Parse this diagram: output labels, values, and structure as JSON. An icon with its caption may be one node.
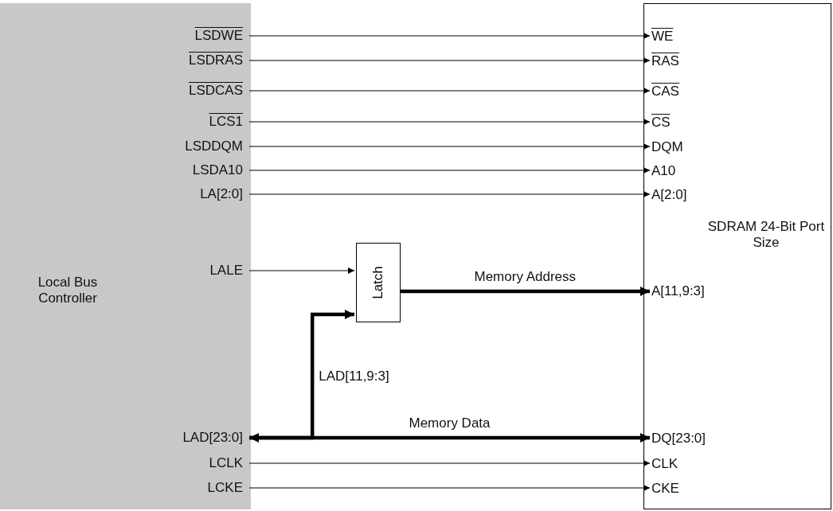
{
  "diagram": {
    "nodes": [
      {
        "text": [
          "Local Bus Controller"
        ]
      },
      {
        "text": [
          "LSDWE"
        ],
        "in": 0
      },
      {
        "text": [
          "LSDRAS"
        ],
        "in": 0
      },
      {
        "text": [
          "LSDCAS"
        ],
        "in": 0
      },
      {
        "text": [
          "LCS1"
        ],
        "in": 0
      },
      {
        "text": [
          "LSDDQM"
        ],
        "in": 0
      },
      {
        "text": [
          "LSDA10"
        ],
        "in": 0
      },
      {
        "text": [
          "LA[2:0]"
        ],
        "in": 0
      },
      {
        "text": [
          "LALE"
        ],
        "in": 0
      },
      {
        "text": [
          "LAD[23:0]"
        ],
        "in": 0
      },
      {
        "text": [
          "LCLK"
        ],
        "in": 0
      },
      {
        "text": [
          "LCKE"
        ],
        "in": 0
      },
      {
        "text": [
          "Latch"
        ]
      },
      {
        "text": [
          "SDRAM 24-Bit Port Size"
        ]
      },
      {
        "text": [
          "WE"
        ],
        "in": 13
      },
      {
        "text": [
          "RAS"
        ],
        "in": 13
      },
      {
        "text": [
          "CAS"
        ],
        "in": 13
      },
      {
        "text": [
          "CS"
        ],
        "in": 13
      },
      {
        "text": [
          "DQM"
        ],
        "in": 13
      },
      {
        "text": [
          "A10"
        ],
        "in": 13
      },
      {
        "text": [
          "A[2:0]"
        ],
        "in": 13
      },
      {
        "text": [
          "A[11,9:3]"
        ],
        "in": 13
      },
      {
        "text": [
          "DQ[23:0]"
        ],
        "in": 13
      },
      {
        "text": [
          "CLK"
        ],
        "in": 13
      },
      {
        "text": [
          "CKE"
        ],
        "in": 13
      }
    ],
    "edges": [
      {
        "from": 1,
        "to": 14,
        "arrow": "to"
      },
      {
        "from": 2,
        "to": 15,
        "arrow": "to"
      },
      {
        "from": 3,
        "to": 16,
        "arrow": "to"
      },
      {
        "from": 4,
        "to": 17,
        "arrow": "to"
      },
      {
        "from": 5,
        "to": 18,
        "arrow": "to"
      },
      {
        "from": 6,
        "to": 19,
        "arrow": "to"
      },
      {
        "from": 7,
        "to": 20,
        "arrow": "to"
      },
      {
        "from": 8,
        "to": 12,
        "arrow": "to"
      },
      {
        "from": 12,
        "to": 21,
        "label": "Memory Address",
        "arrow": "to",
        "style": "thick"
      },
      {
        "from": 9,
        "to": 12,
        "label": "LAD[11,9:3]",
        "arrow": "to",
        "style": "thick"
      },
      {
        "from": 9,
        "to": 22,
        "label": "Memory Data",
        "arrow": "both",
        "style": "thick"
      },
      {
        "from": 10,
        "to": 23,
        "arrow": "to"
      },
      {
        "from": 11,
        "to": 24,
        "arrow": "to"
      }
    ]
  }
}
